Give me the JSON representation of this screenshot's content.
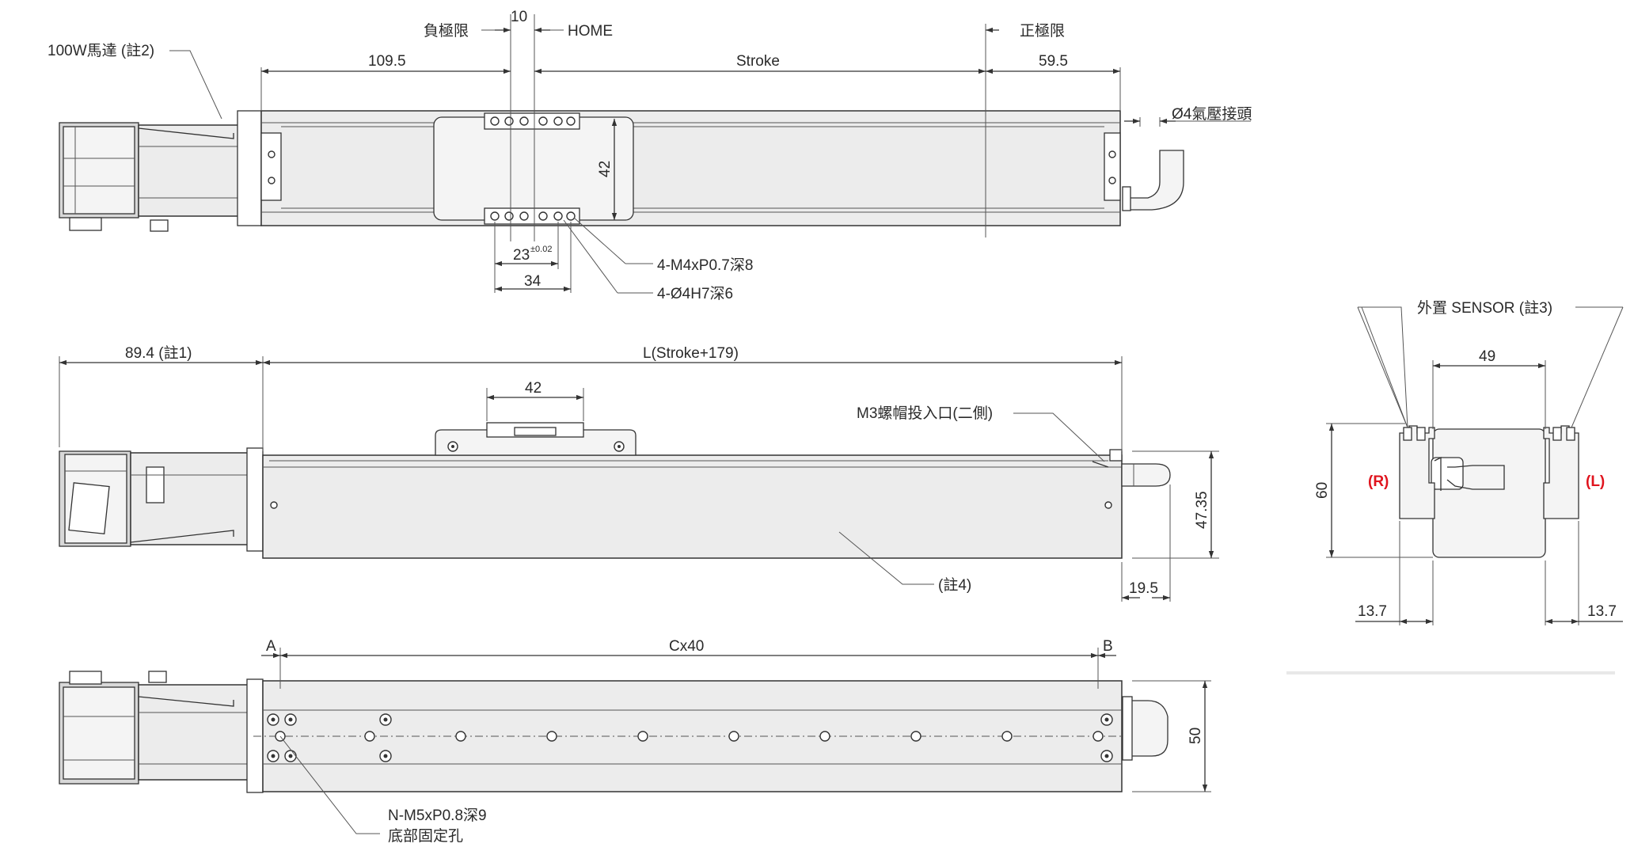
{
  "labels": {
    "motor": "100W馬達 (註2)",
    "neg_limit": "負極限",
    "dim_10": "10",
    "home": "HOME",
    "pos_limit": "正極限",
    "dim_109_5": "109.5",
    "stroke": "Stroke",
    "dim_59_5": "59.5",
    "air_fitting": "Ø4氣壓接頭",
    "dim_42_top": "42",
    "dim_23": "23",
    "dim_23_tol": "±0.02",
    "dim_34": "34",
    "tap_m4": "4-M4xP0.7深8",
    "pin_hole": "4-Ø4H7深6",
    "dim_89_4": "89.4 (註1)",
    "length_l": "L(Stroke+179)",
    "dim_42_mid": "42",
    "m3_nut": "M3螺帽投入口(二側)",
    "dim_47_35": "47.35",
    "note4": "(註4)",
    "dim_19_5": "19.5",
    "mark_a": "A",
    "cx40": "Cx40",
    "mark_b": "B",
    "dim_50": "50",
    "bottom_tap": "N-M5xP0.8深9",
    "bottom_fix": "底部固定孔",
    "ext_sensor": "外置 SENSOR (註3)",
    "dim_49": "49",
    "dim_60": "60",
    "side_r": "(R)",
    "side_l": "(L)",
    "dim_13_7_left": "13.7",
    "dim_13_7_right": "13.7"
  },
  "colors": {
    "line": "#333333",
    "body_fill": "#ececec",
    "accent_red": "#e0141e"
  }
}
